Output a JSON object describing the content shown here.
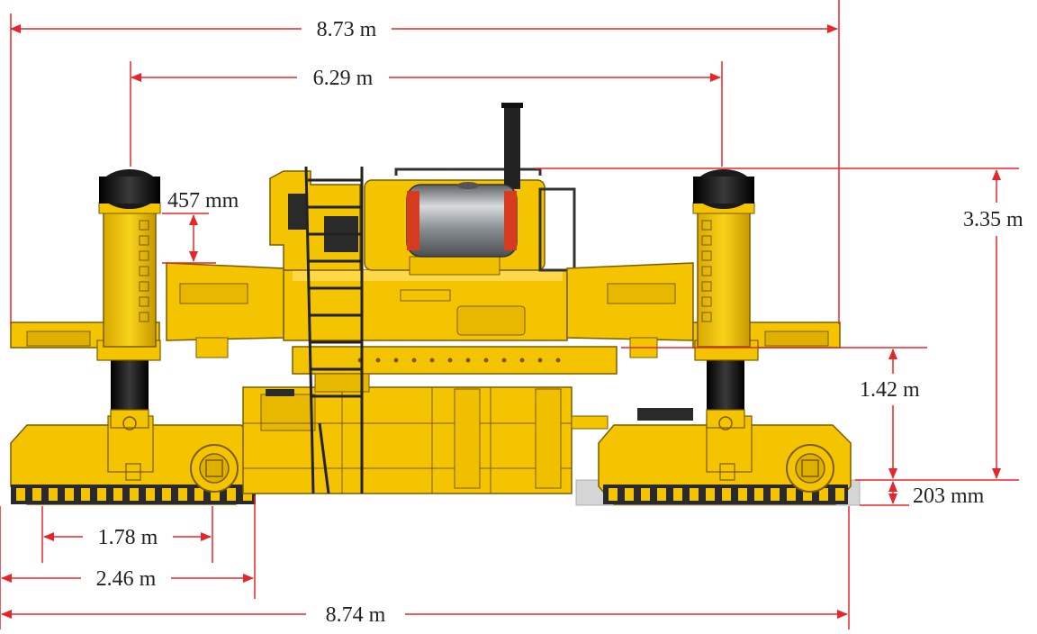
{
  "colors": {
    "machine_yellow": "#f4c400",
    "machine_dark": "#d8a800",
    "machine_shadow": "#b58a00",
    "dimension_line": "#e8262a",
    "tire_black": "#1b1b1b",
    "tank_silver": "#9ea3a8",
    "tank_red": "#d63a1f",
    "ground_gray": "#d5d5d5",
    "text": "#222222"
  },
  "dimensions": {
    "overall_width_top": "8.73 m",
    "leg_spacing": "6.29 m",
    "leg_adjust": "457 mm",
    "overall_height": "3.35 m",
    "frame_clearance": "1.42 m",
    "ground_offset": "203 mm",
    "track_length": "1.78 m",
    "rear_offset": "2.46 m",
    "overall_length_bottom": "8.74 m"
  }
}
